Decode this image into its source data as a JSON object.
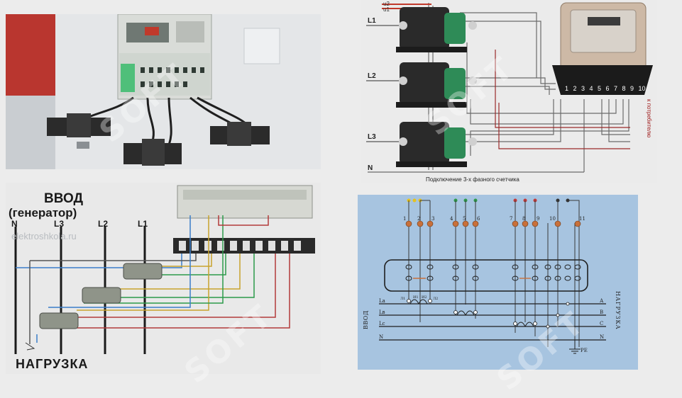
{
  "schematic": {
    "phase_labels": [
      "L1",
      "L2",
      "L3",
      "N"
    ],
    "top_labels": [
      "u2",
      "u1"
    ],
    "terminal_numbers": [
      "1",
      "2",
      "3",
      "4",
      "5",
      "6",
      "7",
      "8",
      "9",
      "10"
    ],
    "caption": "Подключение 3-х фазного счетчика",
    "to_consumer_vertical": "к потребителю"
  },
  "wiring": {
    "title": "ВВОД",
    "subtitle": "(генератор)",
    "bus_labels": [
      "N",
      "L3",
      "L2",
      "L1"
    ],
    "watermark_site": "elektroshkola.ru",
    "load_label": "НАГРУЗКА"
  },
  "blue_schematic": {
    "top_numbers": [
      "1",
      "2",
      "3",
      "4",
      "5",
      "6",
      "7",
      "8",
      "9",
      "10",
      "11"
    ],
    "input_label": "ВВОД",
    "line_labels": [
      "Lа",
      "Lв",
      "Lс",
      "N"
    ],
    "right_letters": [
      "А",
      "В",
      "С",
      "N"
    ],
    "load_vertical": "НАГРУЗКА",
    "pe_label": "PE",
    "coil_labels": [
      "Л1",
      "И1",
      "И2",
      "Л2"
    ]
  },
  "watermark": "SOFT"
}
